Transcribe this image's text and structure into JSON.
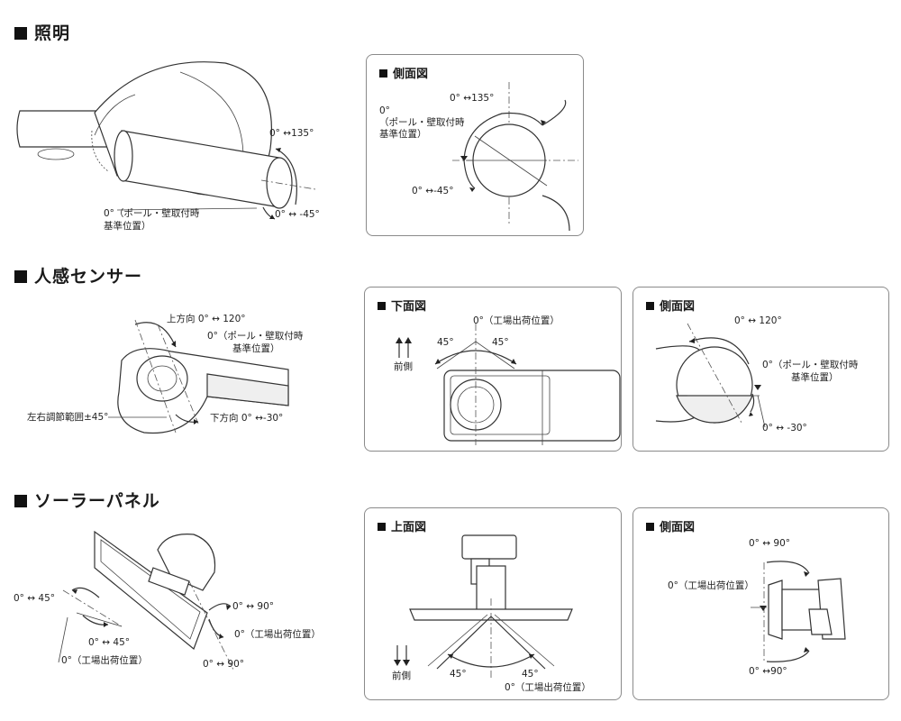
{
  "sections": {
    "lighting": {
      "title": "照明"
    },
    "motion_sensor": {
      "title": "人感センサー"
    },
    "solar_panel": {
      "title": "ソーラーパネル"
    }
  },
  "lighting": {
    "main": {
      "label_135": "0° ↔135°",
      "label_base_1": "0°（ポール・壁取付時",
      "label_base_2": "基準位置）",
      "label_m45": "0° ↔ -45°"
    },
    "side_panel": {
      "title": "側面図",
      "label_135": "0° ↔135°",
      "label_base_1": "0°",
      "label_base_2": "（ポール・壁取付時",
      "label_base_3": "基準位置）",
      "label_m45": "0° ↔-45°"
    }
  },
  "sensor": {
    "main": {
      "label_up": "上方向  0° ↔ 120°",
      "label_base_1": "0°（ポール・壁取付時",
      "label_base_2": "基準位置）",
      "label_lr": "左右調節範囲±45°",
      "label_down": "下方向  0°  ↔-30°"
    },
    "bottom_panel": {
      "title": "下面図",
      "label_factory": "0°（工場出荷位置）",
      "label_45_left": "45°",
      "label_45_right": "45°",
      "label_front": "前側"
    },
    "side_panel": {
      "title": "側面図",
      "label_120": "0° ↔ 120°",
      "label_base_1": "0°（ポール・壁取付時",
      "label_base_2": "基準位置）",
      "label_m30": "0° ↔ -30°"
    }
  },
  "solar": {
    "main": {
      "label_45_top": "0° ↔ 45°",
      "label_45_bottom": "0° ↔ 45°",
      "label_factory_left": "0°（工場出荷位置）",
      "label_90_top": "0° ↔ 90°",
      "label_factory_right": "0°（工場出荷位置）",
      "label_90_bottom": "0° ↔ 90°"
    },
    "top_panel": {
      "title": "上面図",
      "label_front": "前側",
      "label_45_left": "45°",
      "label_45_right": "45°",
      "label_factory": "0°（工場出荷位置）"
    },
    "side_panel": {
      "title": "側面図",
      "label_90_top": "0° ↔ 90°",
      "label_factory": "0°（工場出荷位置）",
      "label_90_bottom": "0° ↔90°"
    }
  }
}
